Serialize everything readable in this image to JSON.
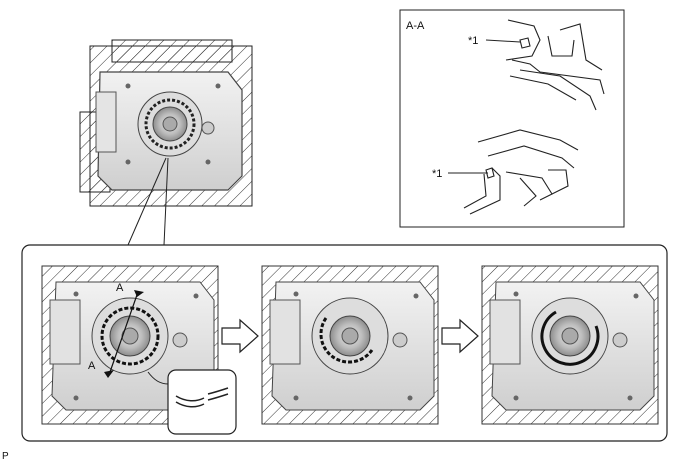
{
  "section_view": {
    "title": "A-A",
    "callout_upper": "*1",
    "callout_lower": "*1"
  },
  "detail": {
    "section_label_top": "A",
    "section_label_bottom": "A"
  },
  "footer": {
    "page_mark": "P"
  },
  "icons": [
    "fuel-lid-base-icon",
    "cutaway-view-icon",
    "arrow-right-icon",
    "hatch-pattern-icon"
  ]
}
